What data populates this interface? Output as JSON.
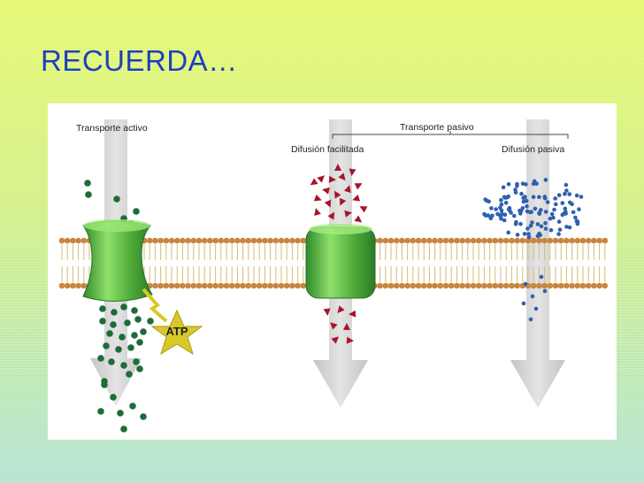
{
  "slide": {
    "title": "RECUERDA…"
  },
  "diagram": {
    "labels": {
      "active": "Transporte activo",
      "passive_group": "Transporte pasivo",
      "facilitated": "Difusión facilitada",
      "simple": "Difusión pasiva",
      "atp": "ATP"
    },
    "colors": {
      "arrow": "#cfcfcf",
      "head": "#c8863f",
      "tail": "#d9b97a",
      "protein": "#4faa3a",
      "protein_light": "#8fe06a",
      "green_particle": "#1e6b3a",
      "red_particle": "#a8142a",
      "blue_particle": "#2f5fb0",
      "atp": "#d8c92a"
    }
  }
}
